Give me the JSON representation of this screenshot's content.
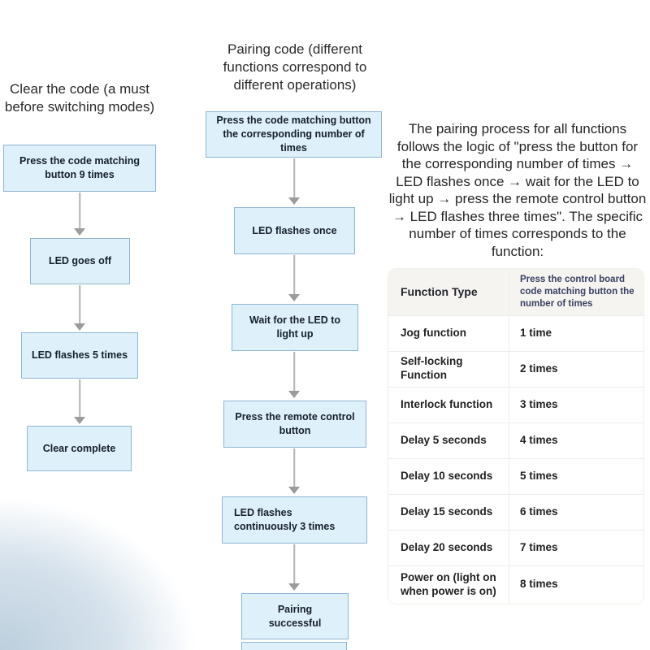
{
  "left_flow": {
    "title": "Clear the code (a must before switching modes)",
    "steps": [
      "Press the code matching button 9 times",
      "LED goes off",
      "LED flashes 5 times",
      "Clear complete"
    ]
  },
  "middle_flow": {
    "title": "Pairing code (different functions correspond to different operations)",
    "steps": [
      "Press the code matching button the corresponding number of times",
      "LED flashes once",
      "Wait for the LED to light up",
      "Press the remote control button",
      "LED flashes continuously 3 times",
      "Pairing successful"
    ]
  },
  "description": "The pairing process for all functions follows the logic of \"press the button for the corresponding number of times → LED flashes once → wait for the LED to light up → press the remote control button → LED flashes three times\". The specific number of times corresponds to the function:",
  "table": {
    "headers": {
      "function": "Function Type",
      "times": "Press the control board code matching button the number of times"
    },
    "rows": [
      {
        "function": "Jog function",
        "times": "1 time"
      },
      {
        "function": "Self-locking Function",
        "times": "2 times"
      },
      {
        "function": "Interlock function",
        "times": "3 times"
      },
      {
        "function": "Delay 5 seconds",
        "times": "4 times"
      },
      {
        "function": "Delay 10 seconds",
        "times": "5 times"
      },
      {
        "function": "Delay 15 seconds",
        "times": "6 times"
      },
      {
        "function": "Delay 20 seconds",
        "times": "7 times"
      },
      {
        "function": "Power on (light on when power is on)",
        "times": "8 times"
      }
    ]
  },
  "colors": {
    "box_fill": "#def0f9",
    "box_border": "#8fb6d4",
    "arrow": "#9b9b9b",
    "table_header_bg": "#f5f4f1",
    "table_header_accent": "#3a4163",
    "corner_glow": "#bccfdd"
  }
}
